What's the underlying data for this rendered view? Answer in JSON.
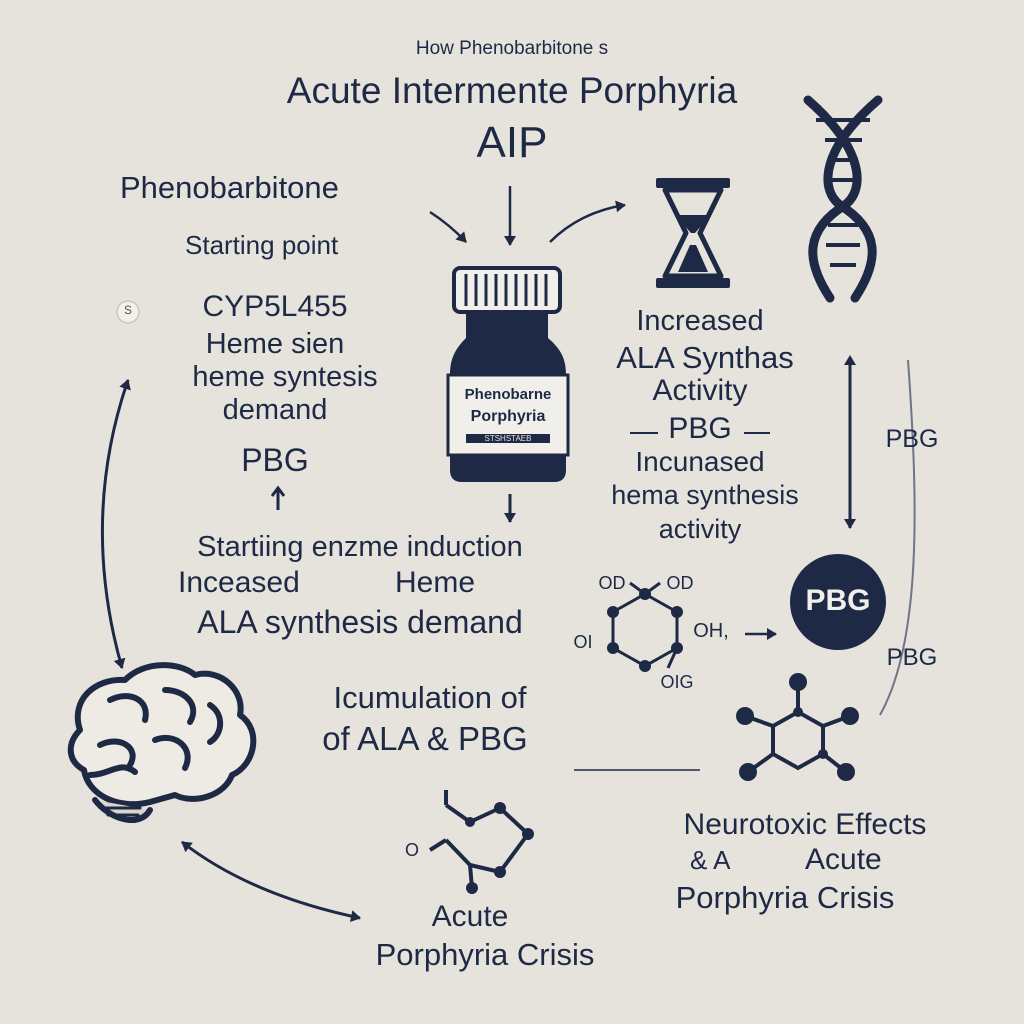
{
  "header": {
    "subtitle": "How Phenobarbitone s",
    "title": "Acute Intermente Porphyria",
    "abbrev": "AIP"
  },
  "left": {
    "drug": "Phenobarbitone",
    "starting_point": "Starting point",
    "symbol": "S",
    "cyp": "CYP5L455",
    "heme_line1": "Heme sien",
    "heme_line2": "heme syntesis",
    "heme_line3": "demand",
    "pbg": "PBG"
  },
  "middle": {
    "line1": "Startiing enzme induction",
    "line2a": "Inceased",
    "line2b": "Heme",
    "line3": "ALA synthesis demand",
    "accum1": "Icumulation of",
    "accum2": "of ALA & PBG",
    "crisis1": "Acute",
    "crisis2": "Porphyria Crisis"
  },
  "bottle": {
    "label1": "Phenobarne",
    "label2": "Porphyria",
    "label3": "STSHSTAEB"
  },
  "right": {
    "increased": "Increased",
    "ala": "ALA Synthas",
    "activity": "Activity",
    "pbg_dash": "PBG",
    "incu": "Incunased",
    "hema": "hema synthesis",
    "activity2": "activity",
    "pbg_side1": "PBG",
    "pbg_side2": "PBG",
    "pbg_circle": "PBG",
    "neuro1": "Neurotoxic Effects",
    "neuro2a": "& A",
    "neuro2b": "Acute",
    "neuro3": "Porphyria Crisis"
  },
  "molecule": {
    "od_left": "OD",
    "od_right": "OD",
    "oi": "OI",
    "oh": "OH,",
    "oig": "OIG",
    "o_small": "O"
  }
}
